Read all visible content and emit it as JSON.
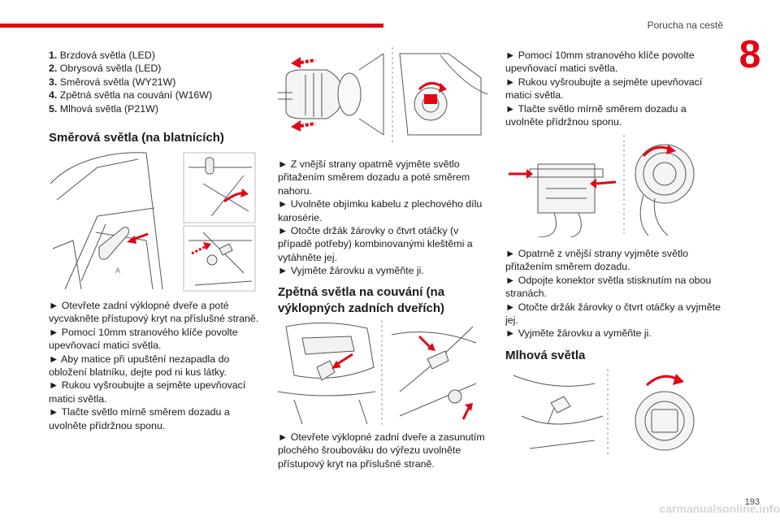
{
  "header": {
    "title": "Porucha na cestě",
    "chapter": "8"
  },
  "bulbs": [
    {
      "num": "1.",
      "text": "Brzdová světla (LED)"
    },
    {
      "num": "2.",
      "text": "Obrysová světla (LED)"
    },
    {
      "num": "3.",
      "text": "Směrová světla (WY21W)"
    },
    {
      "num": "4.",
      "text": "Zpětná světla na couvání (W16W)"
    },
    {
      "num": "5.",
      "text": "Mlhová světla (P21W)"
    }
  ],
  "col1": {
    "heading": "Směrová světla (na blatnících)",
    "steps": [
      "► Otevřete zadní výklopné dveře a poté vycvakněte přístupový kryt na příslušné straně.",
      "► Pomocí 10mm stranového klíče povolte upevňovací matici světla.",
      "► Aby matice při upuštění nezapadla do obložení blatníku, dejte pod ni kus látky.",
      "► Rukou vyšroubujte a sejměte upevňovací matici světla.",
      "► Tlačte světlo mírně směrem dozadu a uvolněte přídržnou sponu."
    ],
    "fig_label": "A"
  },
  "col2": {
    "steps_top": [
      "► Z vnější strany opatrně vyjměte světlo přitažením směrem dozadu a poté směrem nahoru.",
      "► Uvolněte objímku kabelu z plechového dílu karosérie.",
      "► Otočte držák žárovky o čtvrt otáčky (v případě potřeby) kombinovanými kleštěmi a vytáhněte jej.",
      "► Vyjměte žárovku a vyměňte ji."
    ],
    "heading": "Zpětná světla na couvání (na výklopných zadních dveřích)",
    "steps_bottom": [
      "► Otevřete výklopné zadní dveře a zasunutím plochého šroubováku do výřezu uvolněte přístupový kryt na příslušné straně."
    ]
  },
  "col3": {
    "steps_top": [
      "► Pomocí 10mm stranového klíče povolte upevňovací matici světla.",
      "► Rukou vyšroubujte a sejměte upevňovací matici světla.",
      "► Tlačte světlo mírně směrem dozadu a uvolněte přídržnou sponu."
    ],
    "steps_mid": [
      "► Opatrně z vnější strany vyjměte světlo přitažením směrem dozadu.",
      "► Odpojte konektor světla stisknutím na obou stranách.",
      "► Otočte držák žárovky o čtvrt otáčky a vyjměte jej.",
      "► Vyjměte žárovku a vyměňte ji."
    ],
    "heading": "Mlhová světla"
  },
  "footer": {
    "page": "193",
    "watermark": "carmanualsonline.info"
  },
  "colors": {
    "accent": "#e30613",
    "line": "#555555"
  }
}
